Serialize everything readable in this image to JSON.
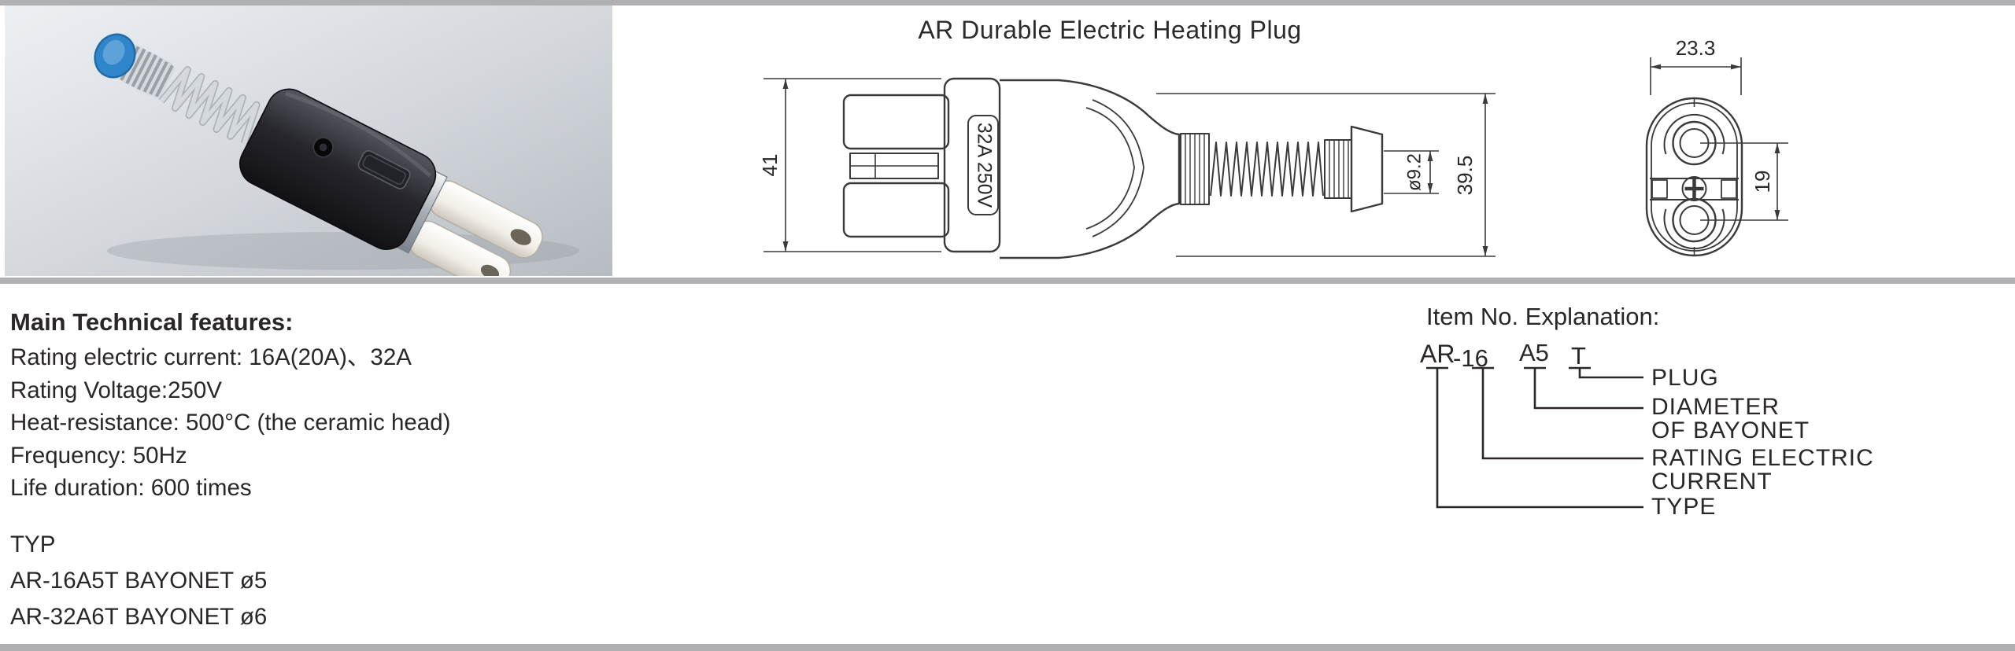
{
  "page": {
    "title": "AR Durable Electric Heating Plug"
  },
  "colors": {
    "bar_gray": "#b0b0b2",
    "text": "#2b2728",
    "drawing_line": "#3a3a3c",
    "photo_bg_light": "#e9ecef",
    "photo_bg_dark": "#bfc4c9",
    "cap_blue": "#2f86c8"
  },
  "side_view": {
    "body_label": "32A 250V",
    "dim_height": "41",
    "dim_overall": "39.5",
    "dim_cable": "ø9.2"
  },
  "front_view": {
    "dim_width": "23.3",
    "dim_pin_spacing": "19"
  },
  "features": {
    "heading": "Main Technical features:",
    "lines": [
      "Rating electric current: 16A(20A)、32A",
      "Rating Voltage:250V",
      "Heat-resistance: 500°C  (the ceramic head)",
      "Frequency: 50Hz",
      "Life duration: 600 times"
    ]
  },
  "types": {
    "heading": "TYP",
    "lines": [
      "AR-16A5T BAYONET  ø5",
      "AR-32A6T BAYONET  ø6"
    ]
  },
  "item_explanation": {
    "heading": "Item No. Explanation:",
    "code": [
      "AR",
      "-16",
      "A5",
      "T"
    ],
    "labels": [
      [
        "PLUG"
      ],
      [
        "DIAMETER",
        "OF BAYONET"
      ],
      [
        "RATING ELECTRIC",
        "CURRENT"
      ],
      [
        "TYPE"
      ]
    ]
  }
}
